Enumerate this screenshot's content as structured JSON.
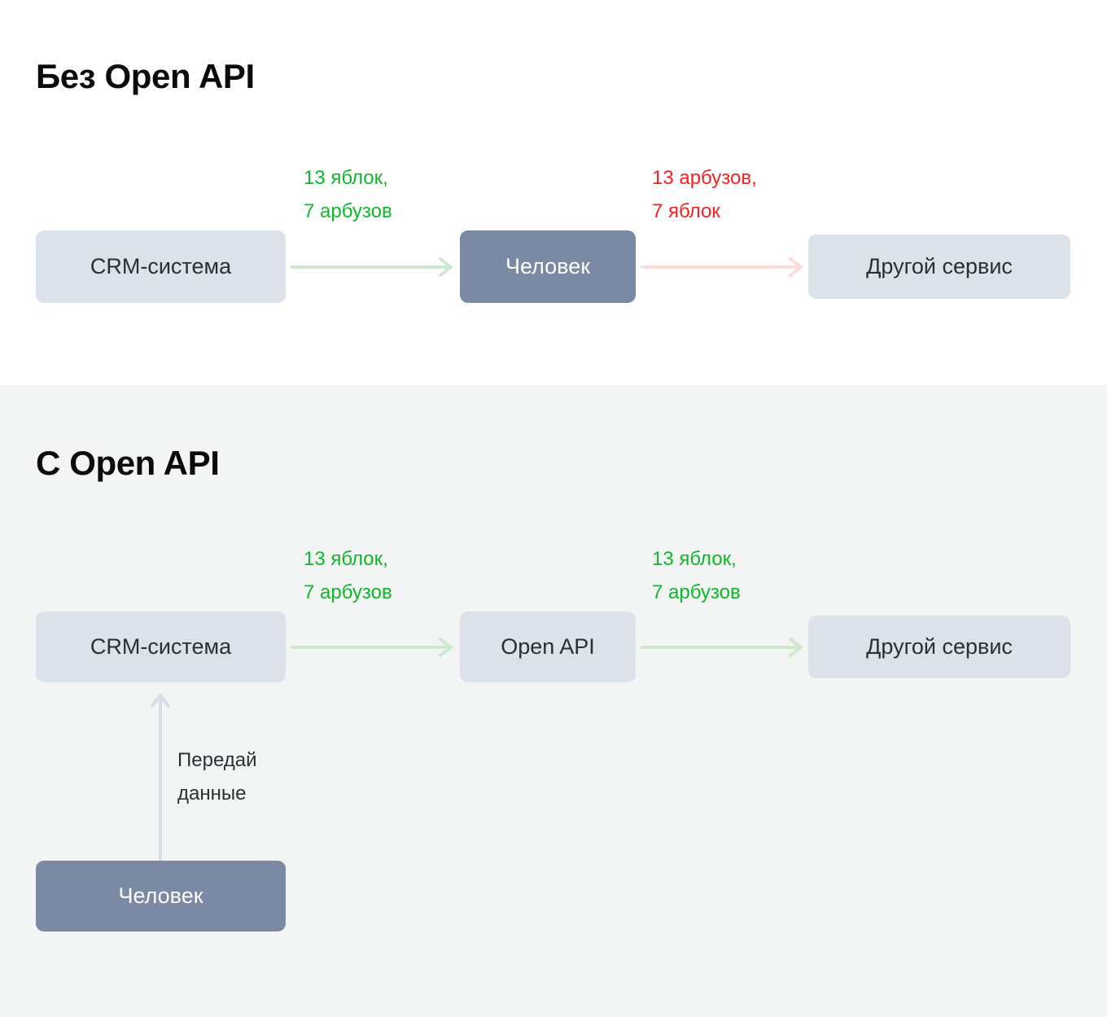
{
  "sections": [
    {
      "id": "without-open-api",
      "title": "Без Open API",
      "nodes": [
        {
          "id": "crm",
          "label": "CRM-система",
          "style": "light"
        },
        {
          "id": "human",
          "label": "Человек",
          "style": "dark"
        },
        {
          "id": "other",
          "label": "Другой сервис",
          "style": "light"
        }
      ],
      "edges": [
        {
          "id": "crm-to-human",
          "label": "13 яблок,\n7 арбузов",
          "state": "ok",
          "color": "#0fb82a",
          "line_color": "#cfe9cf"
        },
        {
          "id": "human-to-other",
          "label": "13 арбузов,\n7 яблок",
          "state": "bad",
          "color": "#f32222",
          "line_color": "#fadcdc"
        }
      ]
    },
    {
      "id": "with-open-api",
      "title": "С Open API",
      "nodes": [
        {
          "id": "crm",
          "label": "CRM-система",
          "style": "light"
        },
        {
          "id": "openapi",
          "label": "Open API",
          "style": "light"
        },
        {
          "id": "other",
          "label": "Другой сервис",
          "style": "light"
        },
        {
          "id": "human",
          "label": "Человек",
          "style": "dark"
        }
      ],
      "edges": [
        {
          "id": "crm-to-openapi",
          "label": "13 яблок,\n7 арбузов",
          "state": "ok",
          "color": "#0fb82a",
          "line_color": "#cfe9cf"
        },
        {
          "id": "openapi-to-other",
          "label": "13 яблок,\n7 арбузов",
          "state": "ok",
          "color": "#0fb82a",
          "line_color": "#cfe9cf"
        },
        {
          "id": "human-to-crm",
          "label": "Передай\nданные",
          "state": "note",
          "color": "#2b2f33",
          "line_color": "#d7dee7"
        }
      ]
    }
  ],
  "colors": {
    "page_background": "#ffffff",
    "section_background": "#f3f4f4",
    "node_light": "#dce2ea",
    "node_dark": "#7a8aa4",
    "node_light_text": "#2b2f33",
    "node_dark_text": "#ffffff",
    "title_text": "#0b0b0b",
    "arrow_green": "#cfe9cf",
    "arrow_pink": "#fadcdc",
    "arrow_gray": "#d7dee7",
    "label_green": "#0fb82a",
    "label_red": "#f32222"
  }
}
